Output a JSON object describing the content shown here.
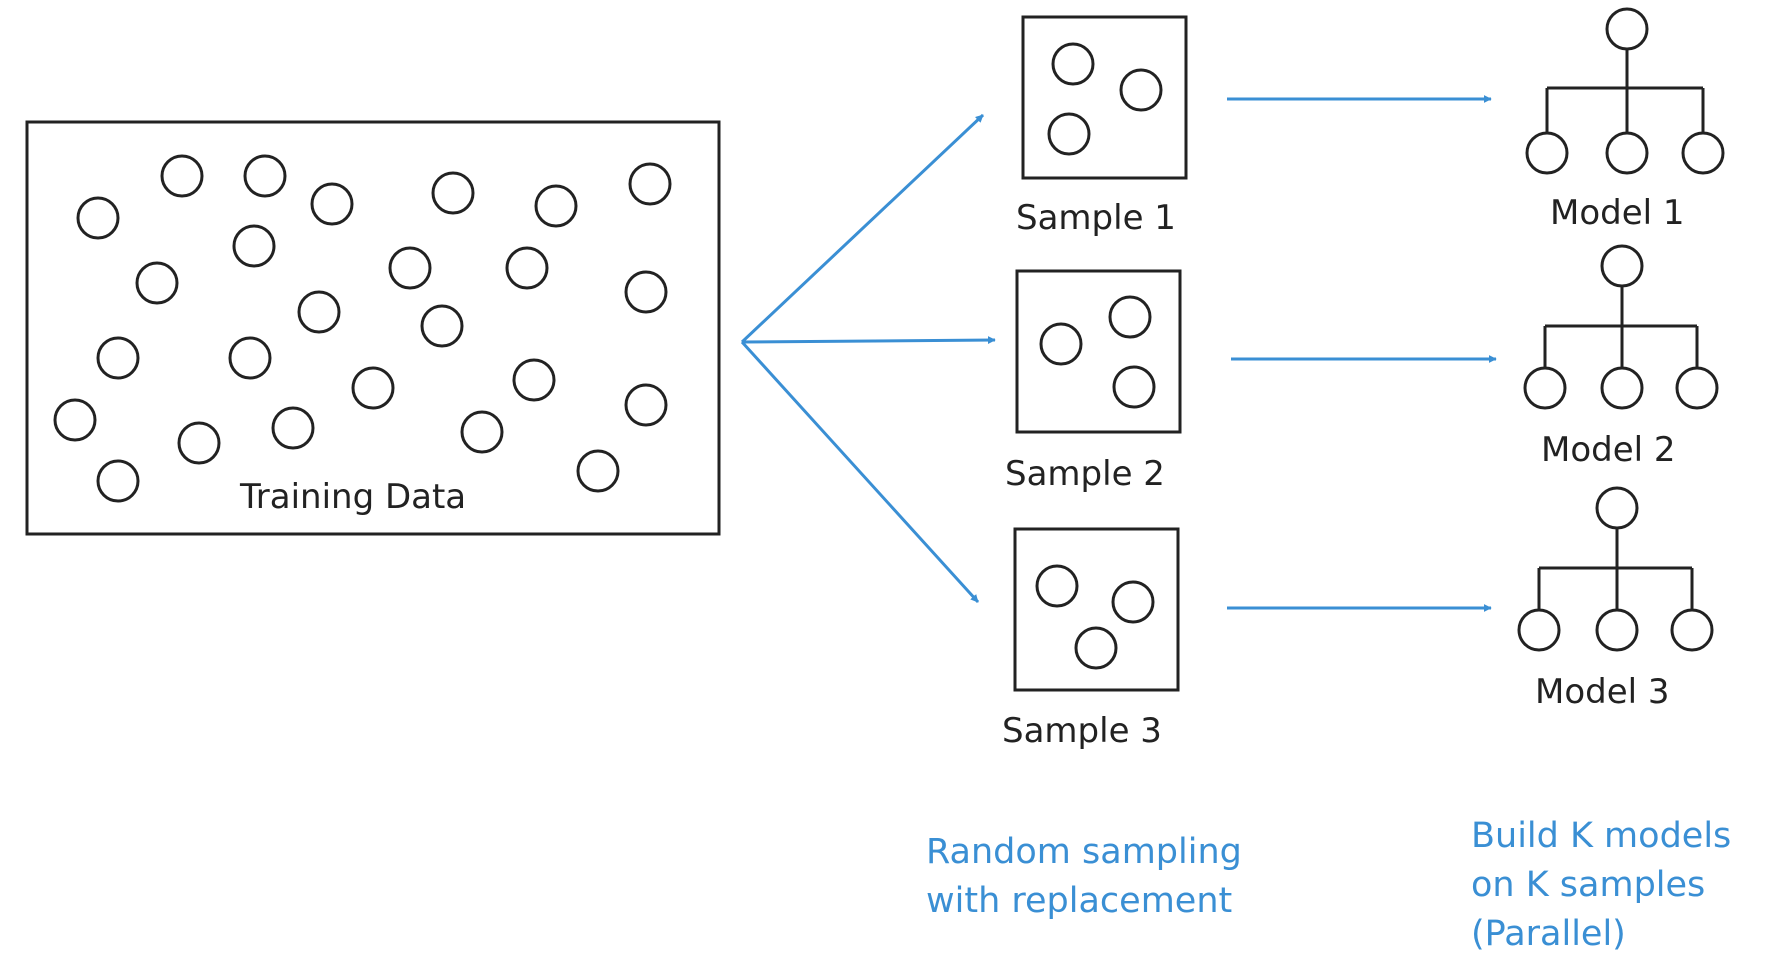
{
  "training": {
    "label": "Training Data"
  },
  "samples": [
    {
      "label": "Sample 1"
    },
    {
      "label": "Sample 2"
    },
    {
      "label": "Sample 3"
    }
  ],
  "models": [
    {
      "label": "Model 1"
    },
    {
      "label": "Model 2"
    },
    {
      "label": "Model 3"
    }
  ],
  "captions": {
    "sampling": [
      "Random sampling",
      "with replacement"
    ],
    "models": [
      "Build K models",
      "on K samples",
      "(Parallel)"
    ]
  },
  "colors": {
    "arrow": "#3a8fd4",
    "caption": "#3a8fd4",
    "stroke": "#222222"
  }
}
